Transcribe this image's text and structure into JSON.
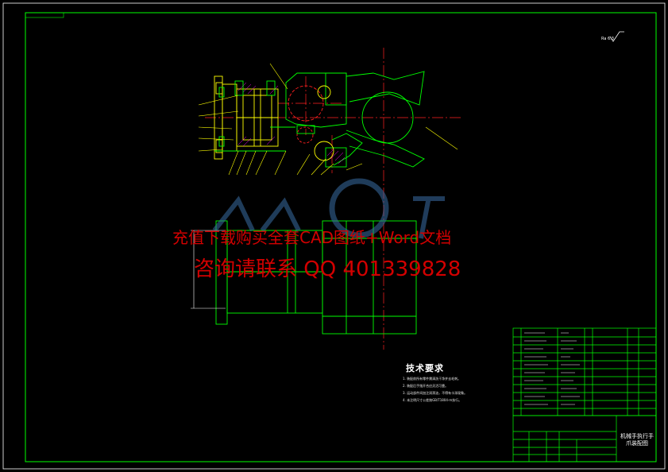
{
  "drawing": {
    "roughness_mark": "Ra 6.3",
    "technical_requirements": {
      "title": "技术要求",
      "items": [
        "1. 装配前所有零件需清洗干净并去毛刺。",
        "2. 装配后手指开合应灵活可靠。",
        "3. 运动部件间加注润滑油，不得有卡滞现象。",
        "4. 未注明尺寸公差按GB/T1804-m执行。"
      ]
    },
    "title_block": {
      "drawing_name": "机械手执行手爪装配图"
    },
    "watermark": {
      "line1": "充值下载购买全套CAD图纸+Word文档",
      "line2": "咨询请联系  QQ 401339828"
    }
  },
  "colors": {
    "background": "#000000",
    "frame": "#00ff00",
    "part_lines": "#ffff00",
    "centerline": "#ff2020",
    "hatching": "#ff00ff",
    "watermark": "#d20000",
    "logo": "#3a6ea5"
  }
}
